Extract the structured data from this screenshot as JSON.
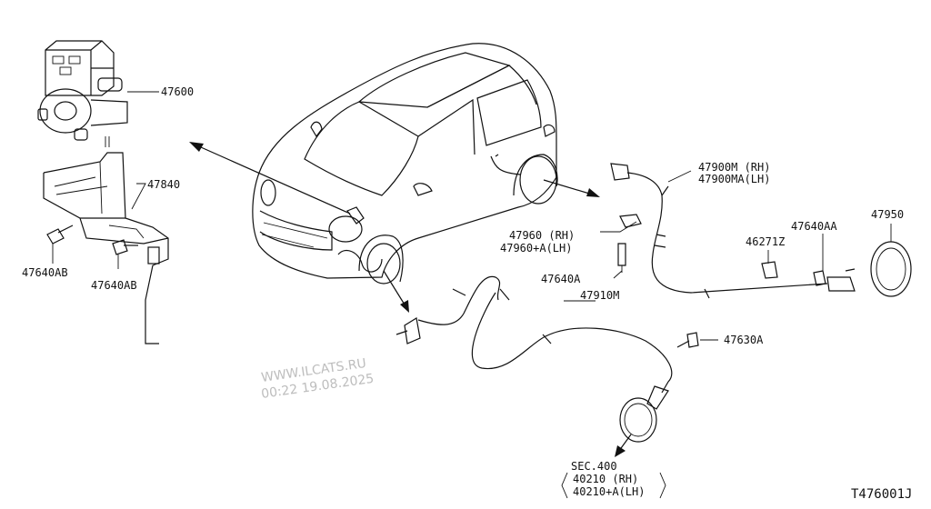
{
  "parts": {
    "p47600": "47600",
    "p47840": "47840",
    "p47640AB_left": "47640AB",
    "p47640AB_mid": "47640AB",
    "p47960_rh": "47960  (RH)",
    "p47960_lh": "47960+A(LH)",
    "p47640A": "47640A",
    "p47910M": "47910M",
    "p47900M_rh": "47900M (RH)",
    "p47900MA_lh": "47900MA(LH)",
    "p46271Z": "46271Z",
    "p47640AA": "47640AA",
    "p47950": "47950",
    "p47630A": "47630A",
    "sec400": "SEC.400",
    "p40210_rh": "40210  (RH)",
    "p40210_lh": "40210+A(LH)"
  },
  "watermark": {
    "site": "WWW.ILCATS.RU",
    "stamp": "00:22 19.08.2025"
  },
  "figure_code": "T476001J",
  "icons": {
    "abs_unit": "abs-actuator-icon",
    "bracket": "bracket-icon",
    "car": "car-icon",
    "sensor_ring": "sensor-ring-icon"
  }
}
